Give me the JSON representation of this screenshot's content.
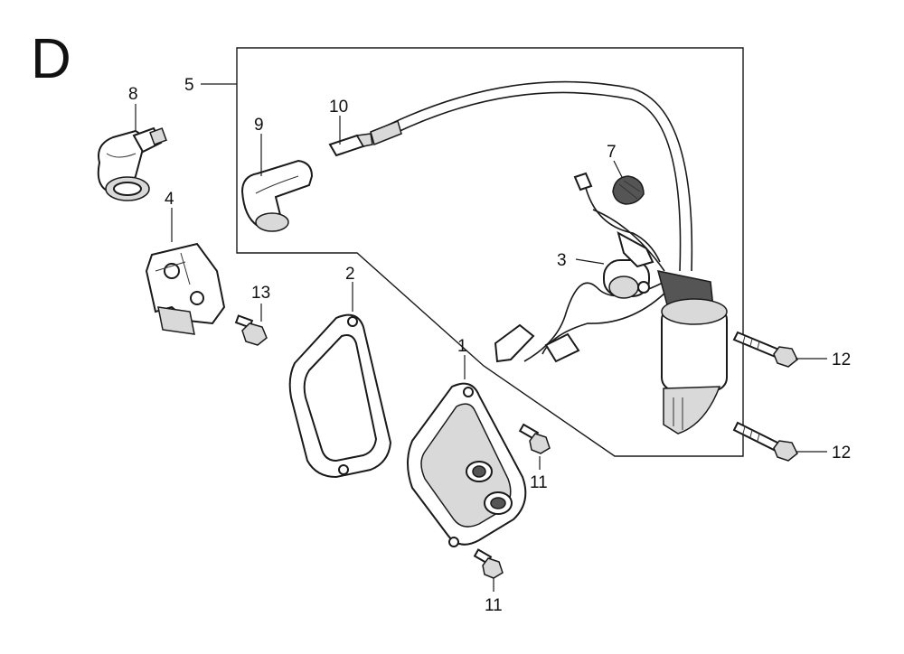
{
  "section": "D",
  "callouts": {
    "c1": "1",
    "c2": "2",
    "c3": "3",
    "c4": "4",
    "c5": "5",
    "c7": "7",
    "c8": "8",
    "c9": "9",
    "c10": "10",
    "c11a": "11",
    "c11b": "11",
    "c12a": "12",
    "c12b": "12",
    "c13": "13"
  }
}
